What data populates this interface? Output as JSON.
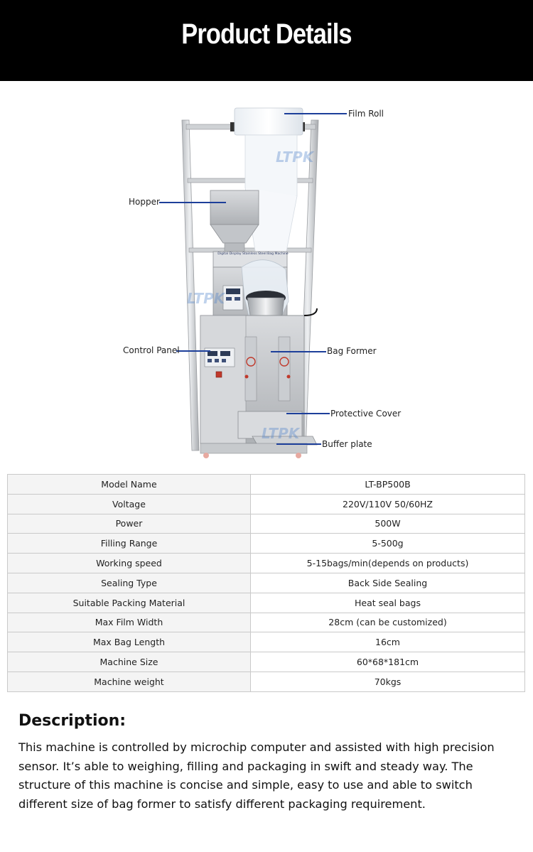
{
  "header": {
    "title": "Product Details"
  },
  "figure": {
    "watermark": "LTPK",
    "panel_caption": "Digital Display Stainless Steel Bag Machine",
    "callouts": {
      "film_roll": "Film Roll",
      "hopper": "Hopper",
      "control_panel": "Control Panel",
      "bag_former": "Bag Former",
      "protective_cover": "Protective Cover",
      "buffer_plate": "Buffer plate"
    }
  },
  "specs": [
    {
      "label": "Model Name",
      "value": "LT-BP500B"
    },
    {
      "label": "Voltage",
      "value": "220V/110V 50/60HZ"
    },
    {
      "label": "Power",
      "value": "500W"
    },
    {
      "label": "Filling Range",
      "value": "5-500g"
    },
    {
      "label": "Working speed",
      "value": "5-15bags/min(depends on products)"
    },
    {
      "label": "Sealing Type",
      "value": "Back Side Sealing"
    },
    {
      "label": "Suitable Packing Material",
      "value": "Heat seal bags"
    },
    {
      "label": "Max Film Width",
      "value": "28cm (can be customized)"
    },
    {
      "label": "Max Bag Length",
      "value": "16cm"
    },
    {
      "label": "Machine Size",
      "value": "60*68*181cm"
    },
    {
      "label": "Machine weight",
      "value": "70kgs"
    }
  ],
  "description": {
    "heading": "Description:",
    "body": "This machine is controlled by microchip computer and assisted with high precision sensor. It’s able to weighing, filling and packaging in swift and steady way. The structure of this machine is concise and simple, easy to use and able to switch different size of bag former to satisfy different packaging requirement."
  }
}
